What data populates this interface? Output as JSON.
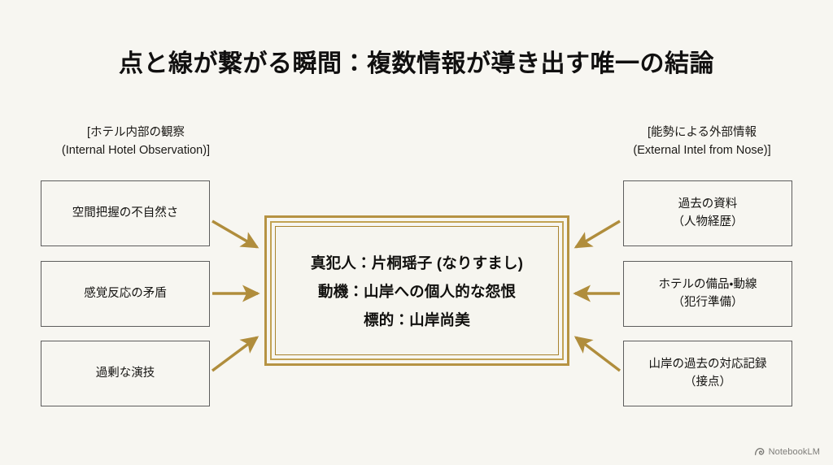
{
  "slide": {
    "title": "点と線が繋がる瞬間：複数情報が導き出す唯一の結論",
    "background_color": "#f7f6f1",
    "accent_color": "#b08d3c",
    "box_border_color": "#5d5d5d",
    "gold_frame_color": "#b69343"
  },
  "columns": {
    "left": {
      "header": "[ホテル内部の観察\n(Internal Hotel Observation)]",
      "items": [
        {
          "label": "空間把握の不自然さ"
        },
        {
          "label": "感覚反応の矛盾"
        },
        {
          "label": "過剰な演技"
        }
      ]
    },
    "right": {
      "header": "[能勢による外部情報\n(External Intel from Nose)]",
      "items": [
        {
          "label": "過去の資料\n（人物経歴）"
        },
        {
          "label": "ホテルの備品・動線\n（犯行準備）"
        },
        {
          "label": "山岸の過去の対応記録\n（接点）"
        }
      ]
    }
  },
  "conclusion": {
    "lines": [
      "真犯人：片桐瑶子 (なりすまし)",
      "動機：山岸への個人的な怨恨",
      "標的：山岸尚美"
    ]
  },
  "watermark": {
    "label": "NotebookLM",
    "icon": "notebooklm-logo-icon"
  }
}
